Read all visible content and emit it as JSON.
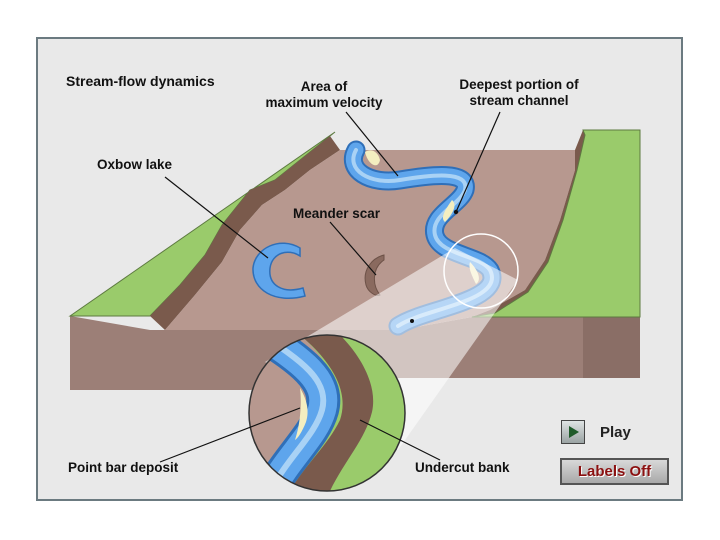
{
  "title": "Stream-flow dynamics",
  "labels": {
    "velocity": "Area of maximum velocity",
    "deepest": "Deepest portion of stream channel",
    "oxbow": "Oxbow lake",
    "scar": "Meander scar",
    "point_bar": "Point bar deposit",
    "undercut": "Undercut bank"
  },
  "controls": {
    "play_label": "Play",
    "labels_toggle": "Labels Off"
  },
  "colors": {
    "water": "#3b8ee6",
    "water_light": "#9ec9f2",
    "floodplain": "#b7988f",
    "bank_grass": "#9acb6b",
    "soil_side": "#7a5a4c",
    "sand_bar": "#f3eec0",
    "accent_button_text": "#8b1010"
  }
}
